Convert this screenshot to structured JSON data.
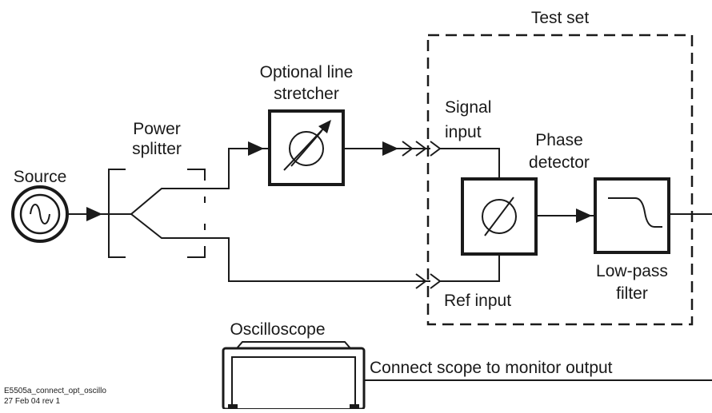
{
  "labels": {
    "source": "Source",
    "power_splitter_line1": "Power",
    "power_splitter_line2": "splitter",
    "line_stretcher_line1": "Optional line",
    "line_stretcher_line2": "stretcher",
    "test_set": "Test set",
    "signal_input_line1": "Signal",
    "signal_input_line2": "input",
    "phase_detector_line1": "Phase",
    "phase_detector_line2": "detector",
    "low_pass_line1": "Low-pass",
    "low_pass_line2": "filter",
    "ref_input": "Ref input",
    "oscilloscope": "Oscilloscope",
    "connect_scope": "Connect scope to monitor output"
  },
  "footer": {
    "file_id": "E5505a_connect_opt_oscillo",
    "date_rev": "27 Feb 04  rev 1"
  },
  "icons": {
    "source": "sine-wave-icon",
    "phase": "phase-symbol-icon",
    "filter": "lowpass-response-icon"
  }
}
